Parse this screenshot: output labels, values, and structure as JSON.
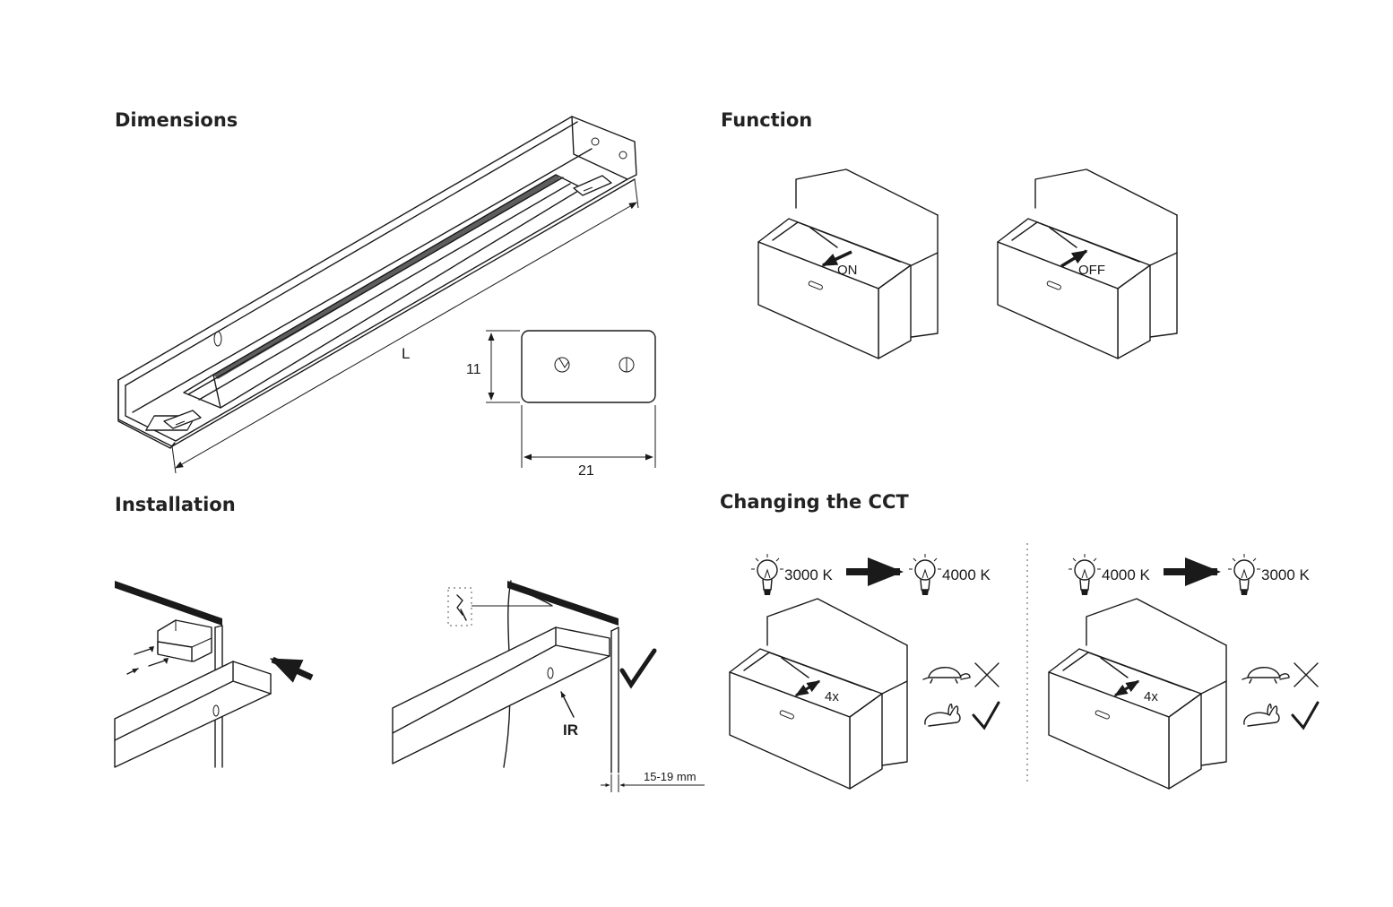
{
  "sections": {
    "dimensions": "Dimensions",
    "function": "Function",
    "installation": "Installation",
    "cct": "Changing the CCT"
  },
  "dimensions": {
    "length_label": "L",
    "height_label": "11",
    "width_label": "21"
  },
  "function": {
    "on_label": "ON",
    "off_label": "OFF"
  },
  "installation": {
    "ir_label": "IR",
    "thickness_label": "15-19 mm"
  },
  "cct": {
    "left": {
      "from": "3000 K",
      "to": "4000 K",
      "count": "4x"
    },
    "right": {
      "from": "4000 K",
      "to": "3000 K",
      "count": "4x"
    }
  },
  "icons": [
    "bulb-icon",
    "arrow-right-icon",
    "turtle-icon",
    "rabbit-icon",
    "cross-icon",
    "check-icon"
  ]
}
